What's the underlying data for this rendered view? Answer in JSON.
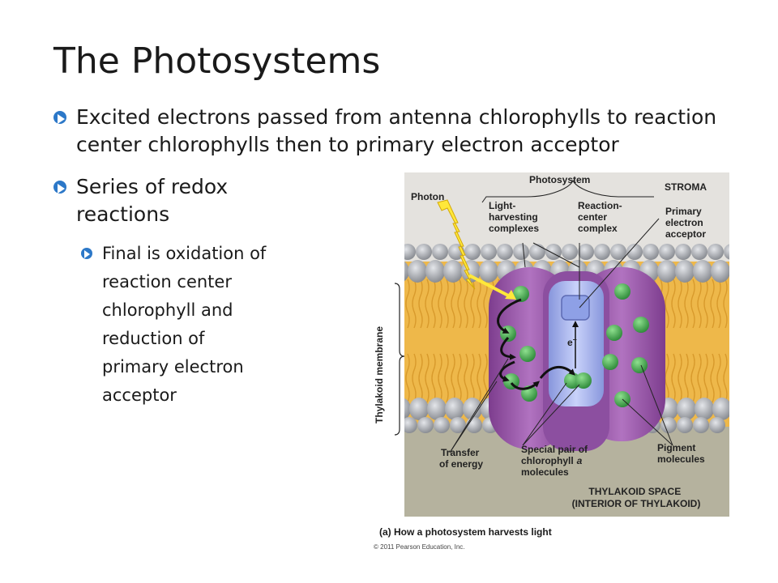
{
  "slide": {
    "title": "The Photosystems",
    "bullets": [
      {
        "level": 1,
        "text": "Excited electrons passed from antenna chlorophylls to reaction center chlorophylls then to primary electron acceptor"
      },
      {
        "level": 1,
        "text": "Series of redox reactions"
      },
      {
        "level": 2,
        "text": "Final is oxidation of reaction center chlorophyll and reduction of primary electron acceptor"
      }
    ],
    "bullet_icon": "circled-arrow-right-icon",
    "accent_color": "#2c78c8"
  },
  "figure": {
    "labels": {
      "photosystem": "Photosystem",
      "stroma": "STROMA",
      "photon": "Photon",
      "light_harvesting": [
        "Light-",
        "harvesting",
        "complexes"
      ],
      "reaction_center": [
        "Reaction-",
        "center",
        "complex"
      ],
      "primary_acceptor": [
        "Primary",
        "electron",
        "acceptor"
      ],
      "thylakoid_membrane": "Thylakoid membrane",
      "electron": "e",
      "electron_superscript": "–",
      "transfer_energy": [
        "Transfer",
        "of energy"
      ],
      "special_pair": [
        "Special pair of",
        "chlorophyll",
        "a",
        "molecules"
      ],
      "pigment_molecules": [
        "Pigment",
        "molecules"
      ],
      "thylakoid_space": [
        "THYLAKOID SPACE",
        "(INTERIOR OF THYLAKOID)"
      ]
    },
    "caption": "(a) How a photosystem harvests light",
    "copyright": "© 2011 Pearson Education, Inc.",
    "colors": {
      "stroma": "#e4e2de",
      "thylakoid_space": "#b5b29e",
      "lipid_heads": "#a9acb1",
      "lipid_tails": "#eeb84a",
      "light_harvesting_protein": "#9a55a8",
      "reaction_center": "#a7b4ee",
      "chlorophyll": "#41a34c",
      "photon": "#ffe83a"
    }
  }
}
